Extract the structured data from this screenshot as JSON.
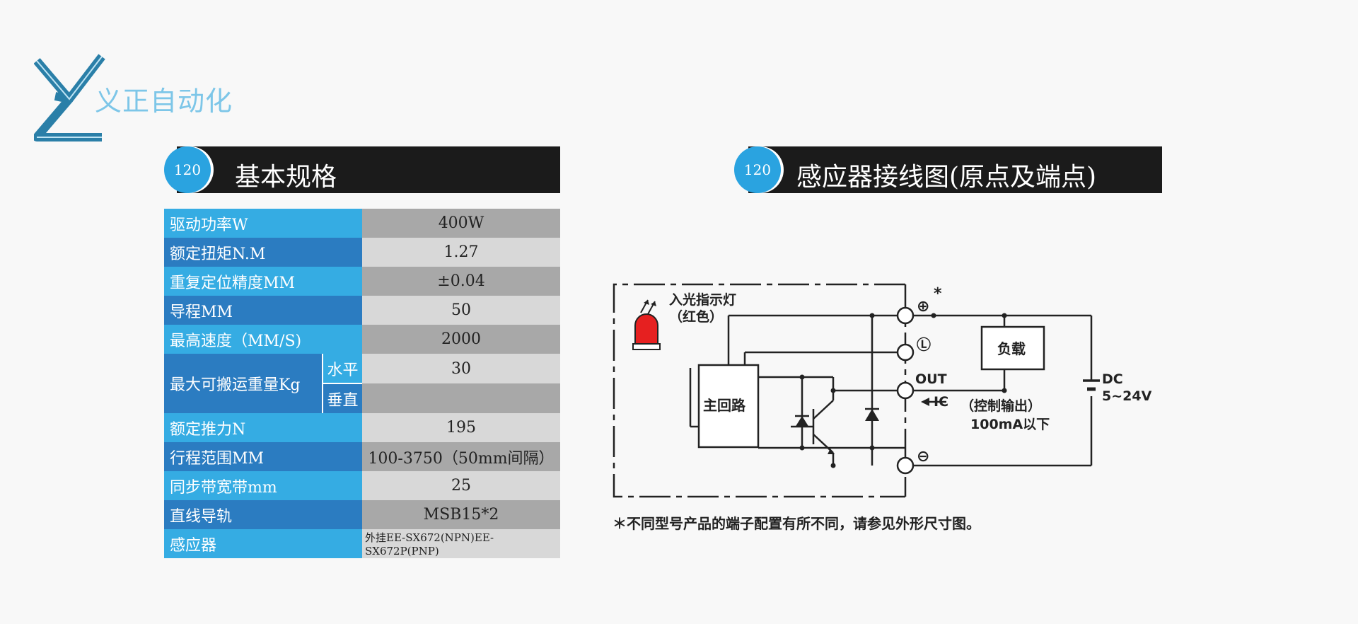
{
  "brand": {
    "name": "义正自动化"
  },
  "left_section": {
    "number": "120",
    "title": "基本规格"
  },
  "right_section": {
    "number": "120",
    "title": "感应器接线图(原点及端点)"
  },
  "specs": [
    {
      "label": "驱动功率W",
      "value": "400W"
    },
    {
      "label": "额定扭矩N.M",
      "value": "1.27"
    },
    {
      "label": "重复定位精度MM",
      "value": "±0.04"
    },
    {
      "label": "导程MM",
      "value": "50"
    },
    {
      "label": "最高速度（MM/S)",
      "value": "2000"
    },
    {
      "label": "最大可搬运重量Kg",
      "sub_a": "水平",
      "value_a": "30",
      "sub_b": "垂直",
      "value_b": ""
    },
    {
      "label": "额定推力N",
      "value": "195"
    },
    {
      "label": "行程范围MM",
      "value": "100-3750（50mm间隔）"
    },
    {
      "label": "同步带宽带mm",
      "value": "25"
    },
    {
      "label": "直线导轨",
      "value": "MSB15*2"
    },
    {
      "label": "感应器",
      "value": "外挂EE-SX672(NPN)EE-SX672P(PNP)"
    }
  ],
  "diagram": {
    "indicator_label_1": "入光指示灯",
    "indicator_label_2": "（红色）",
    "main_circuit": "主回路",
    "load": "负载",
    "plus": "⊕",
    "star": "*",
    "l_terminal": "Ⓛ",
    "out": "OUT",
    "ic": "IC",
    "minus": "⊖",
    "control_output": "（控制输出）",
    "current": "100mA以下",
    "dc": "DC",
    "voltage": "5~24V",
    "note": "＊不同型号产品的端子配置有所不同，请参见外形尺寸图。"
  },
  "colors": {
    "accent_blue": "#2aa3e0",
    "label_light": "#35ace3",
    "label_dark": "#2b7cc1",
    "value_dark": "#a8a8a8",
    "value_light": "#d8d8d8",
    "bar": "#1b1b1b",
    "led_red": "#e62020"
  }
}
